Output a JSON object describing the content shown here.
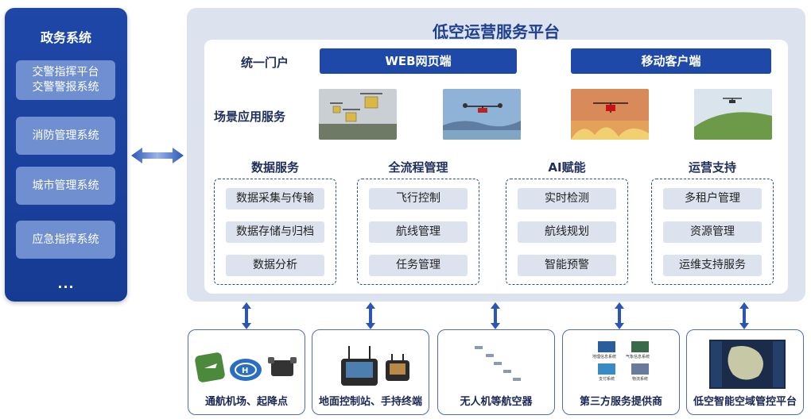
{
  "gov": {
    "title": "政务系统",
    "items": [
      {
        "line1": "交警指挥平台",
        "line2": "交警警报系统"
      },
      {
        "line1": "消防管理系统",
        "line2": ""
      },
      {
        "line1": "城市管理系统",
        "line2": ""
      },
      {
        "line1": "应急指挥系统",
        "line2": ""
      }
    ],
    "more": "..."
  },
  "platform": {
    "title": "低空运营服务平台",
    "portal_label": "统一门户",
    "portal_web": "WEB网页端",
    "portal_mobile": "移动客户端",
    "scene_label": "场景应用服务",
    "sections": [
      {
        "title": "数据服务",
        "items": [
          "数据采集与传输",
          "数据存储与归档",
          "数据分析"
        ]
      },
      {
        "title": "全流程管理",
        "items": [
          "飞行控制",
          "航线管理",
          "任务管理"
        ]
      },
      {
        "title": "AI赋能",
        "items": [
          "实时检测",
          "航线规划",
          "智能预警"
        ]
      },
      {
        "title": "运营支持",
        "items": [
          "多租户管理",
          "资源管理",
          "运维支持服务"
        ]
      }
    ]
  },
  "bottom": [
    {
      "label": "通航机场、起降点"
    },
    {
      "label": "地面控制站、手持终端"
    },
    {
      "label": "无人机等航空器"
    },
    {
      "label": "第三方服务提供商",
      "tiles": [
        "地理信息系统",
        "气象信息系统",
        "支付系统",
        "物流系统"
      ]
    },
    {
      "label": "低空智能空域管控平台"
    }
  ],
  "colors": {
    "primary": "#1e49a8",
    "panel_bg": "#dde3ee",
    "light_item": "#6f8fd0"
  }
}
